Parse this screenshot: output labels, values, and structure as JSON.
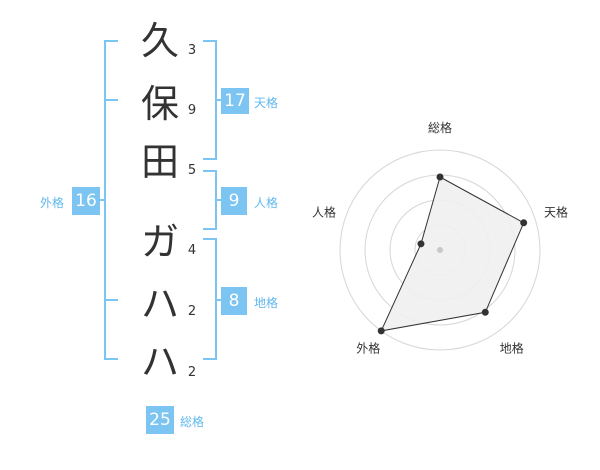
{
  "colors": {
    "accent": "#7cc4f2",
    "label": "#60b8ee",
    "text": "#333333"
  },
  "characters": [
    {
      "char": "久",
      "strokes": "3"
    },
    {
      "char": "保",
      "strokes": "9"
    },
    {
      "char": "田",
      "strokes": "5"
    },
    {
      "char": "ガ",
      "strokes": "4"
    },
    {
      "char": "ハ",
      "strokes": "2"
    },
    {
      "char": "ハ",
      "strokes": "2"
    }
  ],
  "fortunes": {
    "tenkaku": {
      "value": "17",
      "label": "天格"
    },
    "jinkaku": {
      "value": "9",
      "label": "人格"
    },
    "chikaku": {
      "value": "8",
      "label": "地格"
    },
    "gaikaku": {
      "value": "16",
      "label": "外格"
    },
    "soukaku": {
      "value": "25",
      "label": "総格"
    }
  },
  "chart_data": {
    "type": "radar",
    "axes": [
      "総格",
      "天格",
      "地格",
      "外格",
      "人格"
    ],
    "values": [
      0.73,
      0.88,
      0.77,
      1.0,
      0.2
    ],
    "range": [
      0,
      1
    ],
    "rings": 4,
    "fill_color": "#efefef",
    "line_color": "#333333"
  }
}
